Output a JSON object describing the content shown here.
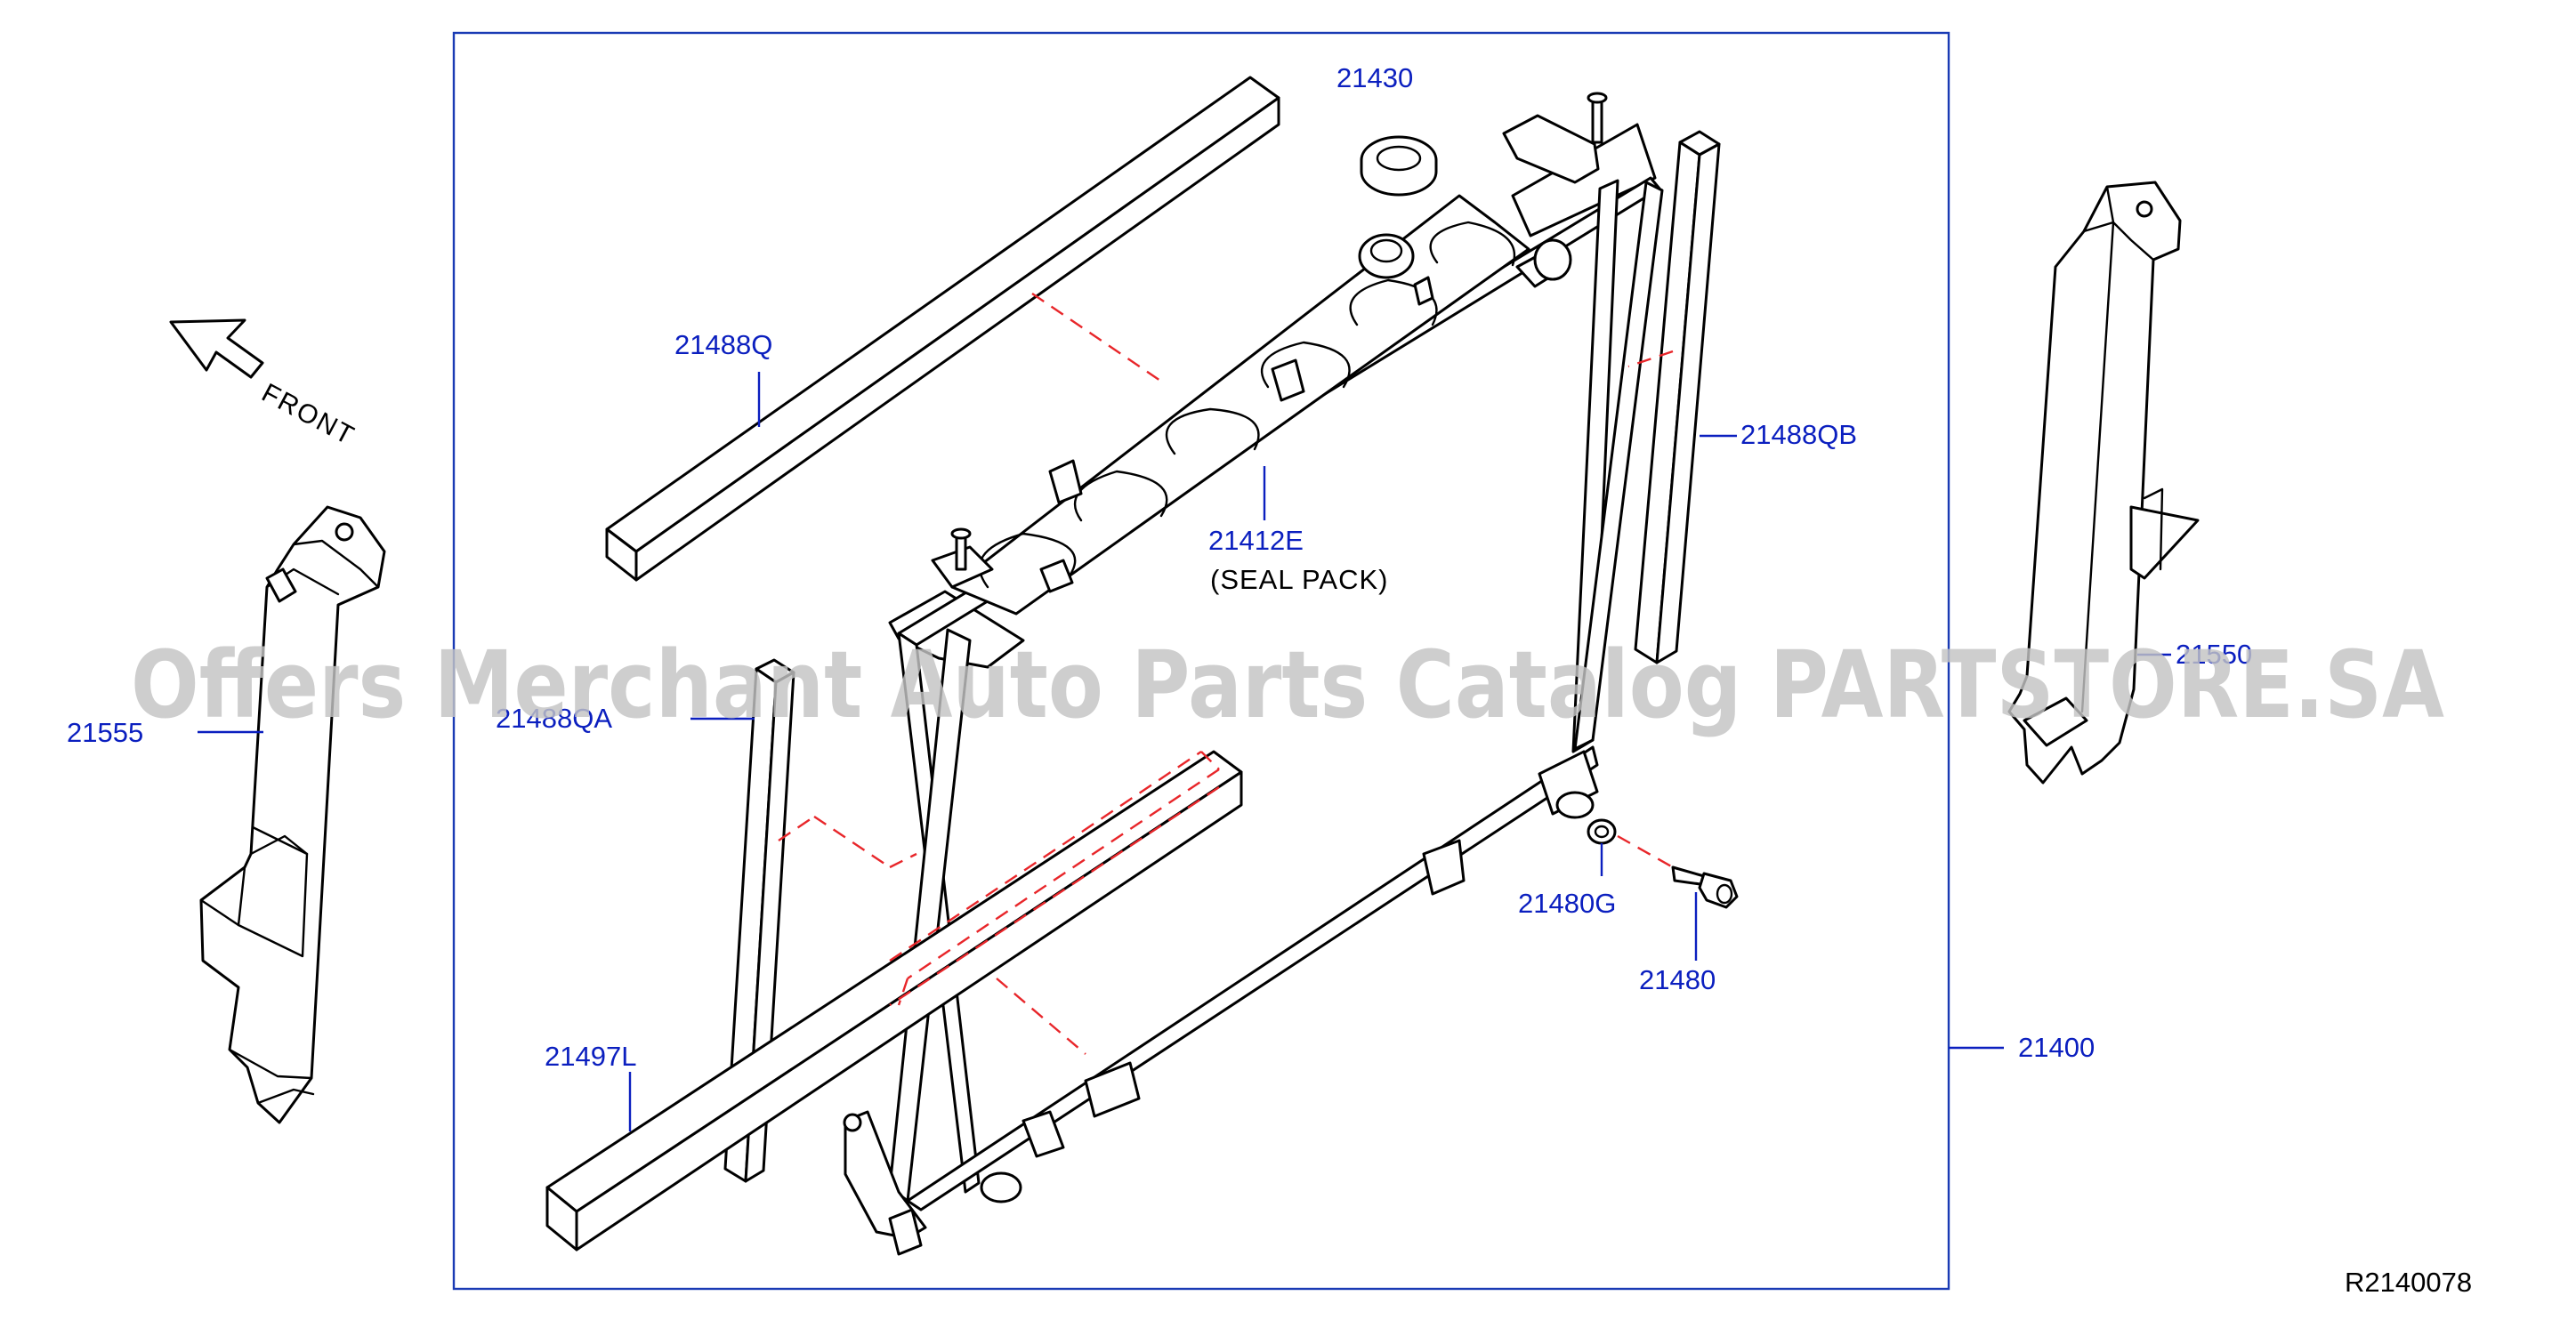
{
  "callouts": {
    "p21430": "21430",
    "p21488Q": "21488Q",
    "p21488QB": "21488QB",
    "p21412E": "21412E",
    "seal_pack": "(SEAL  PACK)",
    "p21488QA": "21488QA",
    "p21555": "21555",
    "p21550": "21550",
    "p21480G": "21480G",
    "p21480": "21480",
    "p21400": "21400",
    "p21497L": "21497L"
  },
  "front_label": "FRONT",
  "reference_number": "R2140078",
  "watermark": "Offers Merchant Auto Parts Catalog PARTSTORE.SA",
  "colors": {
    "callout": "#0b1fbf",
    "hidden_line": "#e8262a",
    "watermark": "#c4c4c4"
  },
  "icons": {
    "front_arrow": "arrow-up-left-outline"
  }
}
